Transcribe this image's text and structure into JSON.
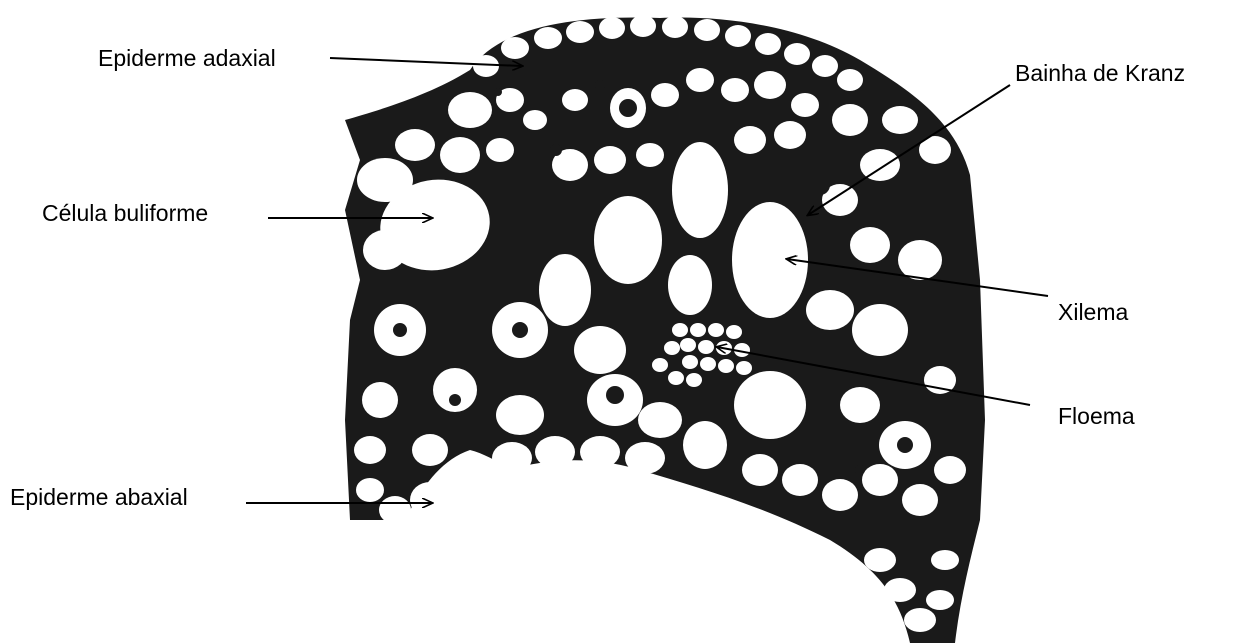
{
  "labels": {
    "adaxial": "Epiderme adaxial",
    "buliform": "Célula buliforme",
    "abaxial": "Epiderme abaxial",
    "kranz": "Bainha de Kranz",
    "xylem": "Xilema",
    "phloem": "Floema"
  },
  "colors": {
    "ink": "#1a1a1a",
    "paper": "#ffffff"
  }
}
